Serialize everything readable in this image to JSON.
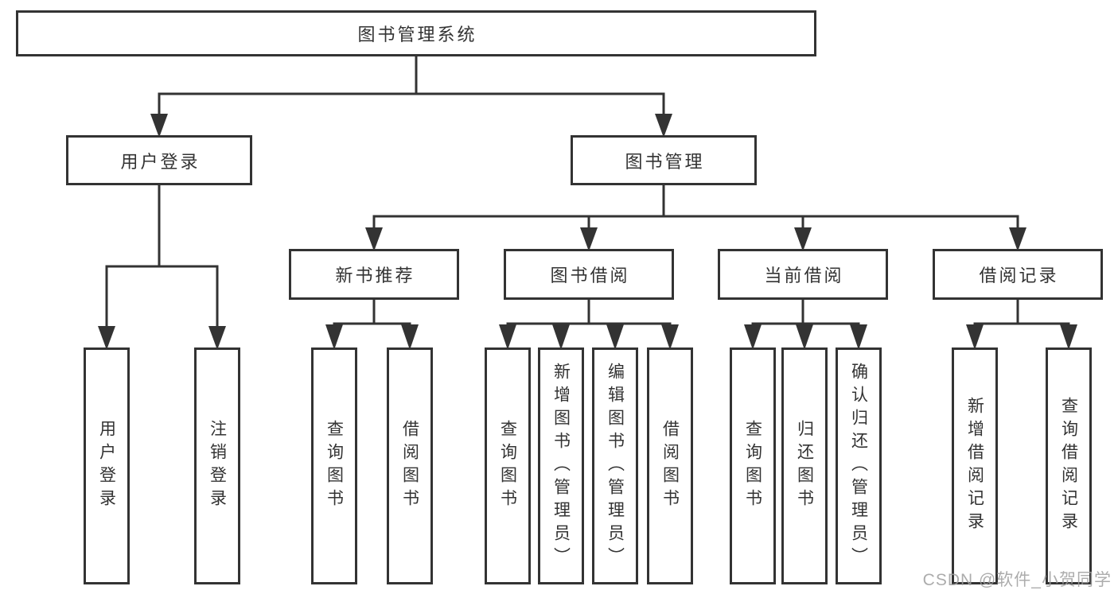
{
  "colors": {
    "line": "#333333",
    "node_border": "#333333",
    "node_fill": "#ffffff",
    "text": "#333333",
    "watermark": "#9e9e9e",
    "background": "#ffffff"
  },
  "tree": {
    "root": {
      "label": "图书管理系统"
    },
    "level2": [
      {
        "id": "user-login",
        "label": "用户登录",
        "children": [
          {
            "label": "用户登录"
          },
          {
            "label": "注销登录"
          }
        ]
      },
      {
        "id": "book-management",
        "label": "图书管理",
        "children": [
          {
            "id": "new-book-recommendation",
            "label": "新书推荐",
            "children": [
              {
                "label": "查询图书"
              },
              {
                "label": "借阅图书"
              }
            ]
          },
          {
            "id": "book-borrowing",
            "label": "图书借阅",
            "children": [
              {
                "label": "查询图书"
              },
              {
                "label": "新增图书（管理员）"
              },
              {
                "label": "编辑图书（管理员）"
              },
              {
                "label": "借阅图书"
              }
            ]
          },
          {
            "id": "current-borrowing",
            "label": "当前借阅",
            "children": [
              {
                "label": "查询图书"
              },
              {
                "label": "归还图书"
              },
              {
                "label": "确认归还（管理员）"
              }
            ]
          },
          {
            "id": "borrowing-records",
            "label": "借阅记录",
            "children": [
              {
                "label": "新增借阅记录"
              },
              {
                "label": "查询借阅记录"
              }
            ]
          }
        ]
      }
    ]
  },
  "watermark": {
    "text": "CSDN @软件_小贺同学"
  }
}
